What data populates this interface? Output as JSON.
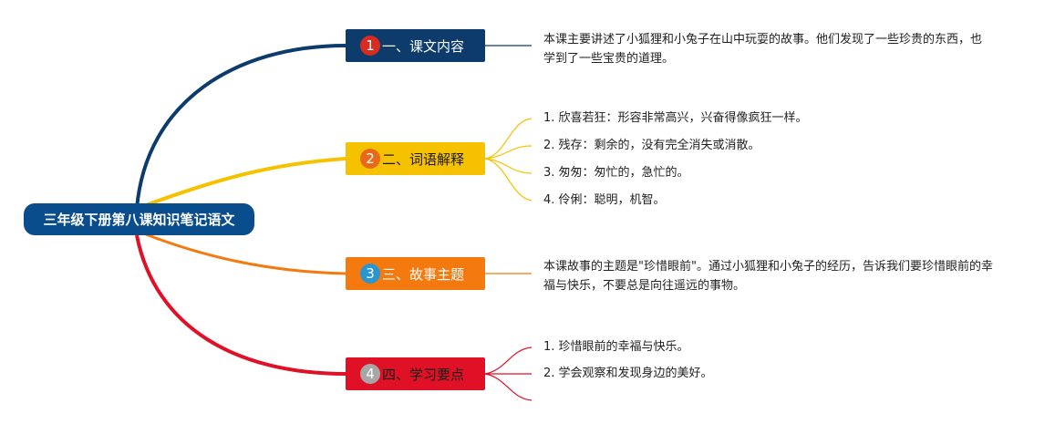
{
  "root": {
    "label": "三年级下册第八课知识笔记语文"
  },
  "branches": [
    {
      "num": "1",
      "label": "一、课文内容",
      "color": "#0c3b6c",
      "badge_color": "#d92b1f",
      "text_color": "#ffffff",
      "note": "本课主要讲述了小狐狸和小兔子在山中玩耍的故事。他们发现了一些珍贵的东西，也学到了一些宝贵的道理。"
    },
    {
      "num": "2",
      "label": "二、词语解释",
      "color": "#f6c200",
      "badge_color": "#e8691a",
      "text_color": "#1a1a1a",
      "items": [
        "1. 欣喜若狂：形容非常高兴，兴奋得像疯狂一样。",
        "2. 残存：剩余的，没有完全消失或消散。",
        "3. 匆匆：匆忙的，急忙的。",
        "4. 伶俐：聪明，机智。"
      ]
    },
    {
      "num": "3",
      "label": "三、故事主题",
      "color": "#f47a10",
      "badge_color": "#2a96d1",
      "text_color": "#ffffff",
      "note": "本课故事的主题是\"珍惜眼前\"。通过小狐狸和小兔子的经历，告诉我们要珍惜眼前的幸福与快乐，不要总是向往遥远的事物。"
    },
    {
      "num": "4",
      "label": "四、学习要点",
      "color": "#e01026",
      "badge_color": "#a7a7a7",
      "text_color": "#1a1a1a",
      "items": [
        "1. 珍惜眼前的幸福与快乐。",
        "2. 学会观察和发现身边的美好。"
      ]
    }
  ]
}
